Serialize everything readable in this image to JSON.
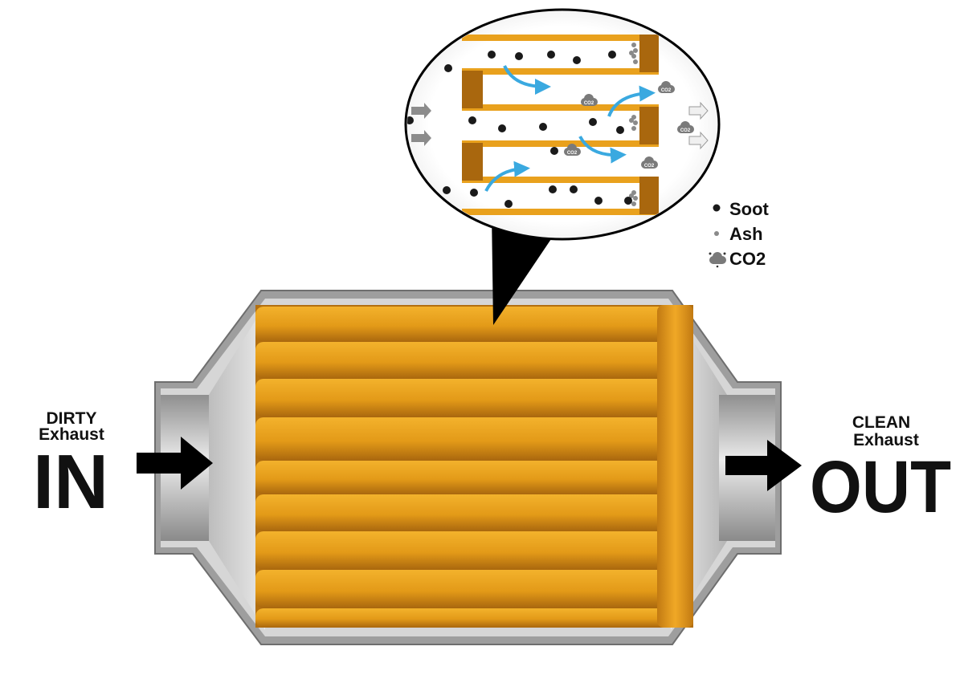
{
  "inlet": {
    "label_line1": "DIRTY",
    "label_line2": "Exhaust",
    "big_label": "IN"
  },
  "outlet": {
    "label_line1": "CLEAN",
    "label_line2": "Exhaust",
    "big_label": "OUT"
  },
  "legend": {
    "items": [
      {
        "name": "soot",
        "label": "Soot",
        "icon": "soot-particle-icon"
      },
      {
        "name": "ash",
        "label": "Ash",
        "icon": "ash-particle-icon"
      },
      {
        "name": "co2",
        "label": "CO2",
        "icon": "co2-cloud-icon"
      }
    ]
  },
  "callout": {
    "co2_text": "CO2"
  },
  "colors": {
    "filter_orange": "#e8a01c",
    "filter_dark": "#a8660c",
    "housing_gray": "#a9a9a9",
    "housing_light": "#e6e6e6",
    "flow_arrow_blue": "#3aa9e0",
    "arrow_black": "#000000"
  }
}
